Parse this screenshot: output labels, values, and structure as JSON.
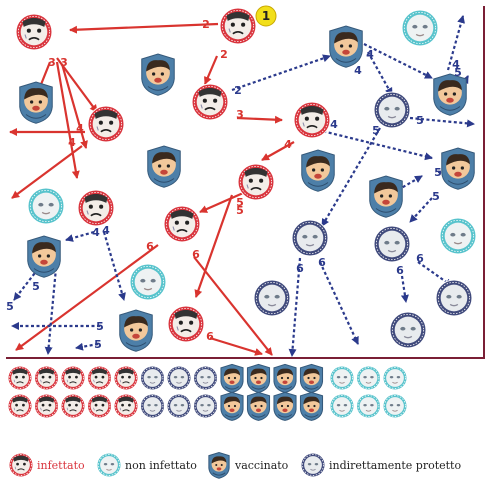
{
  "colors": {
    "infected": "#d9343d",
    "uninfected": "#57c3cc",
    "vaccinated": "#4d7fa8",
    "protected": "#404a7c",
    "arrow_red": "#d9342f",
    "arrow_blue": "#2b3a8c",
    "frame": "#7a1f35",
    "start_badge": "#f2df1a"
  },
  "start_label": "1",
  "step_labels": [
    "2",
    "3",
    "4",
    "5",
    "6"
  ],
  "legend": {
    "infected": "infettato",
    "uninfected": "non infettato",
    "vaccinated": "vaccinato",
    "protected": "indirettamente protetto"
  },
  "summary": {
    "row_order": [
      "infected",
      "protected",
      "vaccinated",
      "uninfected"
    ],
    "counts_per_row": {
      "infected": 5,
      "protected": 3,
      "vaccinated": 4,
      "uninfected": 3
    },
    "rows": 2
  }
}
